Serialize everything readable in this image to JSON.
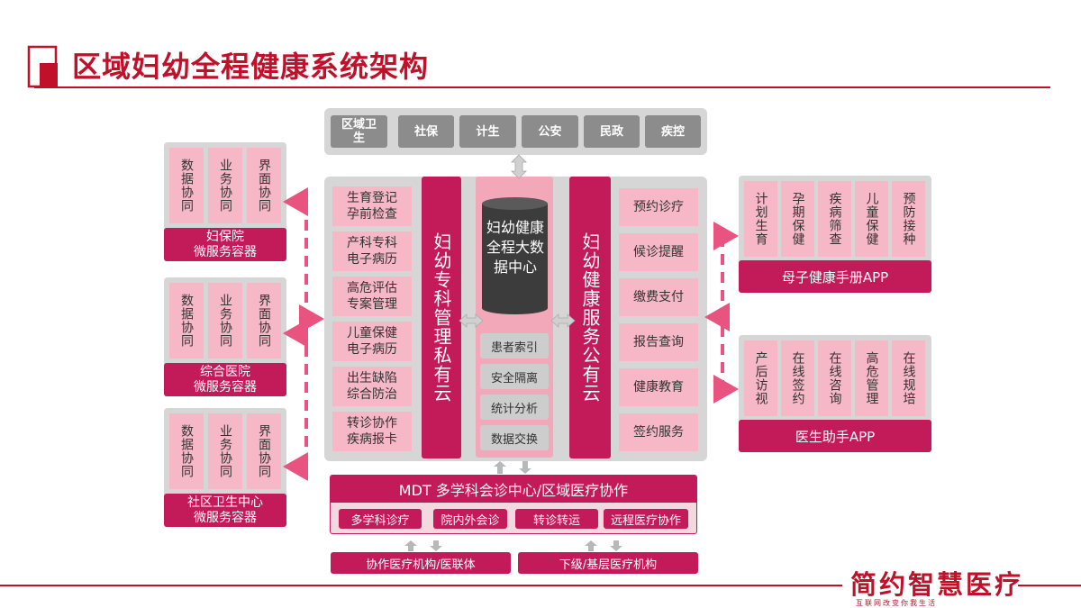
{
  "title": "区域妇幼全程健康系统架构",
  "top_bar": [
    "区域卫生",
    "社保",
    "计生",
    "公安",
    "民政",
    "疾控"
  ],
  "left_panels": [
    {
      "cells": [
        "数据协同",
        "业务协同",
        "界面协同"
      ],
      "label": "妇保院\n微服务容器"
    },
    {
      "cells": [
        "数据协同",
        "业务协同",
        "界面协同"
      ],
      "label": "综合医院\n微服务容器"
    },
    {
      "cells": [
        "数据协同",
        "业务协同",
        "界面协同"
      ],
      "label": "社区卫生中心\n微服务容器"
    }
  ],
  "left_items": [
    "生育登记\n孕前检查",
    "产科专科\n电子病历",
    "高危评估\n专案管理",
    "儿童保健\n电子病历",
    "出生缺陷\n综合防治",
    "转诊协作\n疾病报卡"
  ],
  "left_cloud": "妇幼专科管理私有云",
  "data_center": "妇幼健康全程大数据中心",
  "center_items": [
    "患者索引",
    "安全隔离",
    "统计分析",
    "数据交换"
  ],
  "right_cloud": "妇幼健康服务公有云",
  "right_items": [
    "预约诊疗",
    "候诊提醒",
    "缴费支付",
    "报告查询",
    "健康教育",
    "签约服务"
  ],
  "right_panels": [
    {
      "cells": [
        "计划生育",
        "孕期保健",
        "疾病筛查",
        "儿童保健",
        "预防接种"
      ],
      "label": "母子健康手册APP"
    },
    {
      "cells": [
        "产后访视",
        "在线签约",
        "在线咨询",
        "高危管理",
        "在线规培"
      ],
      "label": "医生助手APP"
    }
  ],
  "mdt": {
    "title": "MDT 多学科会诊中心/区域医疗协作",
    "items": [
      "多学科诊疗",
      "院内外会诊",
      "转诊转运",
      "远程医疗协作"
    ]
  },
  "bottom": [
    "协作医疗机构/医联体",
    "下级/基层医疗机构"
  ],
  "brand": "简约智慧医疗",
  "brand_sub": "互联网改变你我生活",
  "colors": {
    "accent": "#c0102a",
    "magenta": "#c31a5a",
    "pink": "#f6b7c6",
    "gray": "#d6d6d6",
    "dark_gray": "#8c8c8c",
    "drum": "#3c3c3c"
  }
}
